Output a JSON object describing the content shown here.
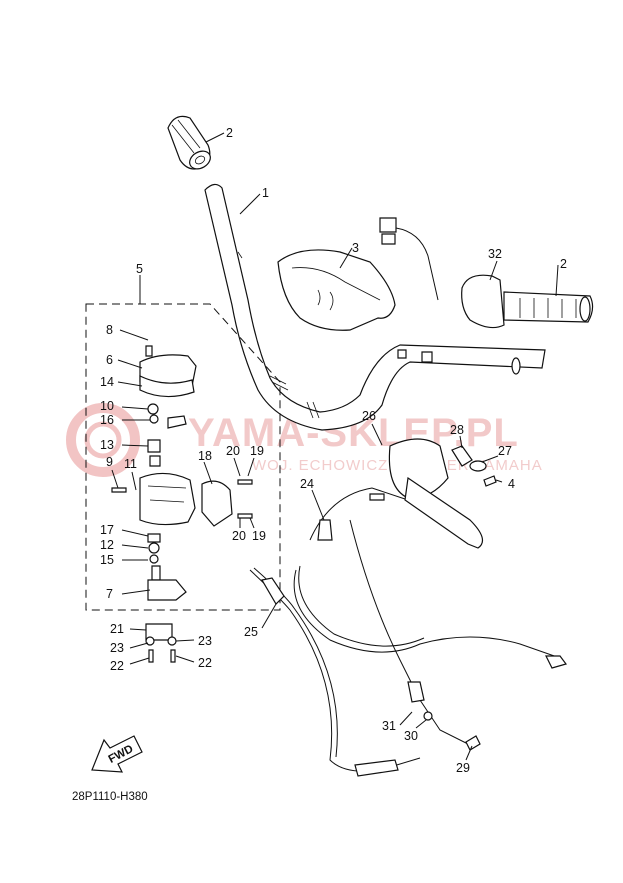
{
  "watermark": {
    "brand": "YAMA-SKLEP.PL",
    "subtitle": "WOJ. ECHOWICZ | DEALER YAMAHA"
  },
  "diagram_code": "28P1110-H380",
  "fwd_label": "FWD",
  "callouts": {
    "c1": "1",
    "c2a": "2",
    "c2b": "2",
    "c3": "3",
    "c4": "4",
    "c5": "5",
    "c6": "6",
    "c7": "7",
    "c8": "8",
    "c9": "9",
    "c10": "10",
    "c11": "11",
    "c12": "12",
    "c13": "13",
    "c14": "14",
    "c15": "15",
    "c16": "16",
    "c17": "17",
    "c18": "18",
    "c19a": "19",
    "c19b": "19",
    "c20a": "20",
    "c20b": "20",
    "c21": "21",
    "c22a": "22",
    "c22b": "22",
    "c23a": "23",
    "c23b": "23",
    "c24": "24",
    "c25": "25",
    "c26": "26",
    "c27": "27",
    "c28": "28",
    "c29": "29",
    "c30": "30",
    "c31": "31",
    "c32": "32"
  }
}
